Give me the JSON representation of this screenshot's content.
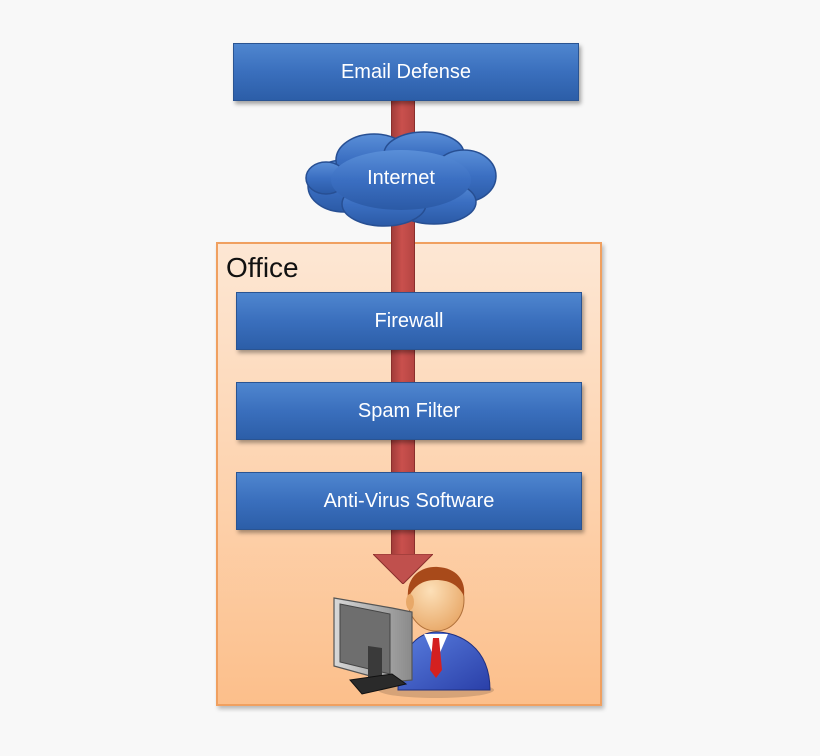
{
  "diagram": {
    "top_box": {
      "label": "Email Defense"
    },
    "cloud": {
      "label": "Internet"
    },
    "office": {
      "label": "Office",
      "layers": [
        {
          "label": "Firewall"
        },
        {
          "label": "Spam Filter"
        },
        {
          "label": "Anti-Virus Software"
        }
      ]
    },
    "endpoint": {
      "icon": "user-at-computer-icon"
    }
  },
  "colors": {
    "box_blue": "#3a6fbd",
    "arrow_red": "#c0504d",
    "office_fill": "#fdd2ad",
    "office_border": "#f0a060",
    "cloud_blue": "#3b6fc2"
  }
}
